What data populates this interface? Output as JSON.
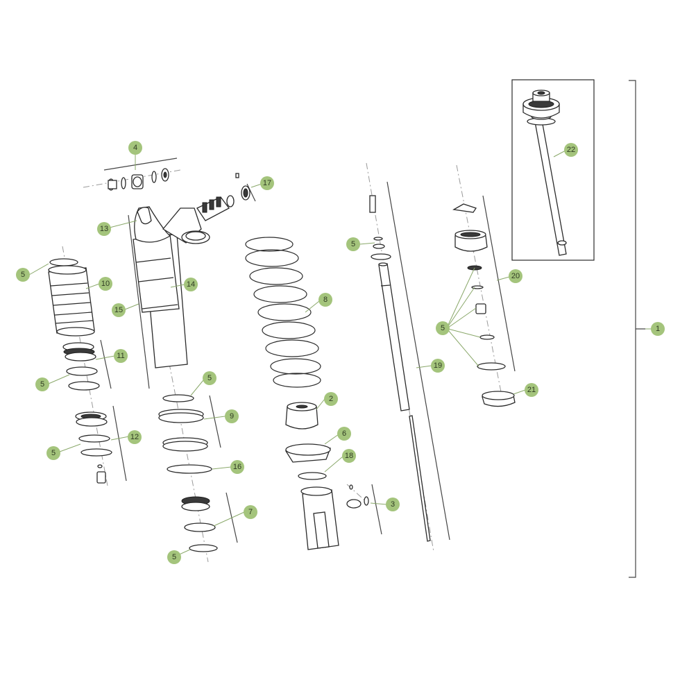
{
  "diagram": {
    "accent_color": "#a4c47c",
    "callouts": [
      {
        "id": "callout-1",
        "label": "1"
      },
      {
        "id": "callout-2",
        "label": "2"
      },
      {
        "id": "callout-3",
        "label": "3"
      },
      {
        "id": "callout-4",
        "label": "4"
      },
      {
        "id": "callout-5a",
        "label": "5"
      },
      {
        "id": "callout-5b",
        "label": "5"
      },
      {
        "id": "callout-5c",
        "label": "5"
      },
      {
        "id": "callout-5d",
        "label": "5"
      },
      {
        "id": "callout-5e",
        "label": "5"
      },
      {
        "id": "callout-5f",
        "label": "5"
      },
      {
        "id": "callout-5g",
        "label": "5"
      },
      {
        "id": "callout-6",
        "label": "6"
      },
      {
        "id": "callout-7",
        "label": "7"
      },
      {
        "id": "callout-8",
        "label": "8"
      },
      {
        "id": "callout-9",
        "label": "9"
      },
      {
        "id": "callout-10",
        "label": "10"
      },
      {
        "id": "callout-11",
        "label": "11"
      },
      {
        "id": "callout-12",
        "label": "12"
      },
      {
        "id": "callout-13",
        "label": "13"
      },
      {
        "id": "callout-14",
        "label": "14"
      },
      {
        "id": "callout-15",
        "label": "15"
      },
      {
        "id": "callout-16",
        "label": "16"
      },
      {
        "id": "callout-17",
        "label": "17"
      },
      {
        "id": "callout-18",
        "label": "18"
      },
      {
        "id": "callout-19",
        "label": "19"
      },
      {
        "id": "callout-20",
        "label": "20"
      },
      {
        "id": "callout-21",
        "label": "21"
      },
      {
        "id": "callout-22",
        "label": "22"
      }
    ]
  }
}
